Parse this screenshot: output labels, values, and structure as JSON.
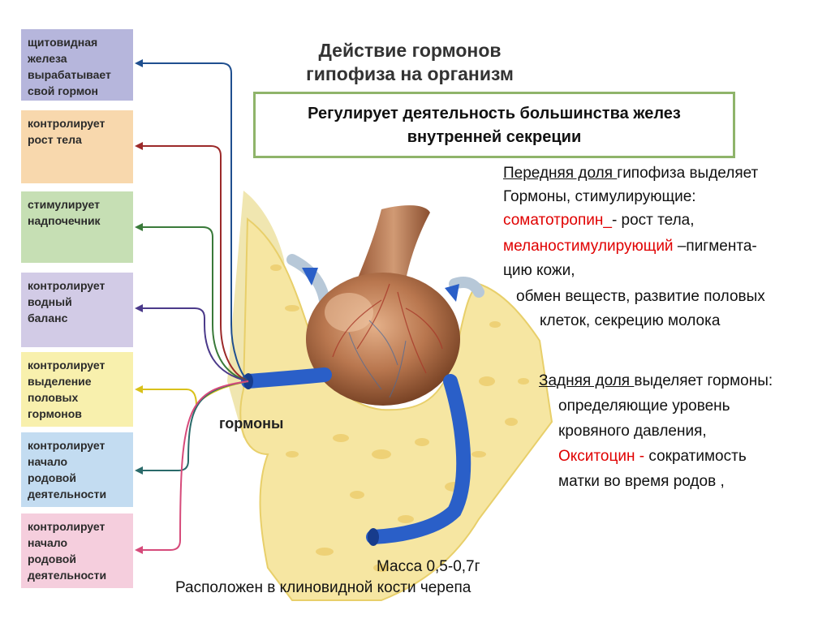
{
  "title": "Действие гормонов\nгипофиза на организм",
  "subtitle_line1": "Регулирует деятельность большинства желез",
  "subtitle_line2": "внутренней секреции",
  "effects": [
    {
      "text": "щитовидная\nжелеза\nвырабатывает\nсвой гормон",
      "color": "#b6b6dc",
      "arrow": "#1f4f8f"
    },
    {
      "text": "контролирует\nрост тела",
      "color": "#f8d8ad",
      "arrow": "#9c2a2a"
    },
    {
      "text": "стимулирует\nнадпочечник",
      "color": "#c6dfb4",
      "arrow": "#3a7a3a"
    },
    {
      "text": "контролирует\nводный\nбаланс",
      "color": "#d2cbe6",
      "arrow": "#4b3a8a"
    },
    {
      "text": "контролирует\nвыделение\nполовых\nгормонов",
      "color": "#f8f0ad",
      "arrow": "#d9c11a"
    },
    {
      "text": "контролирует\nначало\nродовой\nдеятельности",
      "color": "#c3dcf1",
      "arrow": "#2a6a6a"
    },
    {
      "text": "контролирует\nначало\nродовой\nдеятельности",
      "color": "#f5cedd",
      "arrow": "#d64a7a"
    }
  ],
  "hormones_label": "гормоны",
  "anterior": {
    "heading_underlined": "Передняя доля ",
    "heading_rest": "гипофиза выделяет",
    "line2": "Гормоны, стимулирующие:",
    "somatotropin": "соматотропин_",
    "somatotropin_rest": "- рост тела,",
    "melano": "меланостимулирующий",
    "melano_rest": " –пигмента-",
    "line5": "цию кожи,",
    "line6": "обмен веществ, развитие половых",
    "line7": "клеток,  секрецию молока"
  },
  "posterior": {
    "heading_underlined": "Задняя доля ",
    "heading_rest": "выделяет гормоны:",
    "line2": "определяющие уровень",
    "line3": "кровяного давления,",
    "oxytocin": "Окситоцин -",
    "oxytocin_rest": " сократимость",
    "line5": "матки    во время родов ,"
  },
  "mass": "Масса 0,5-0,7г",
  "location": "Расположен в клиновидной кости черепа"
}
